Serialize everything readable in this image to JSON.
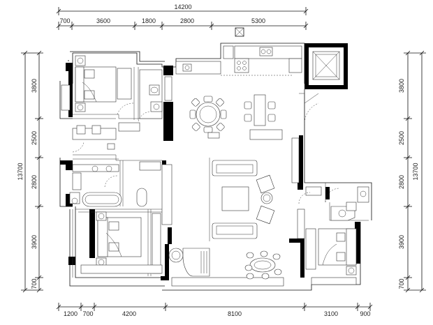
{
  "dimensions": {
    "top_total": "14200",
    "top_segments": [
      "700",
      "3600",
      "1800",
      "2800",
      "5300"
    ],
    "bottom_segments": [
      "1200",
      "700",
      "4200",
      "8100",
      "3100",
      "900"
    ],
    "left_segments": [
      "3800",
      "2500",
      "2800",
      "3900",
      "700"
    ],
    "left_total": "13700",
    "right_segments": [
      "3800",
      "2500",
      "2800",
      "3900",
      "700"
    ],
    "right_total": "13700"
  }
}
